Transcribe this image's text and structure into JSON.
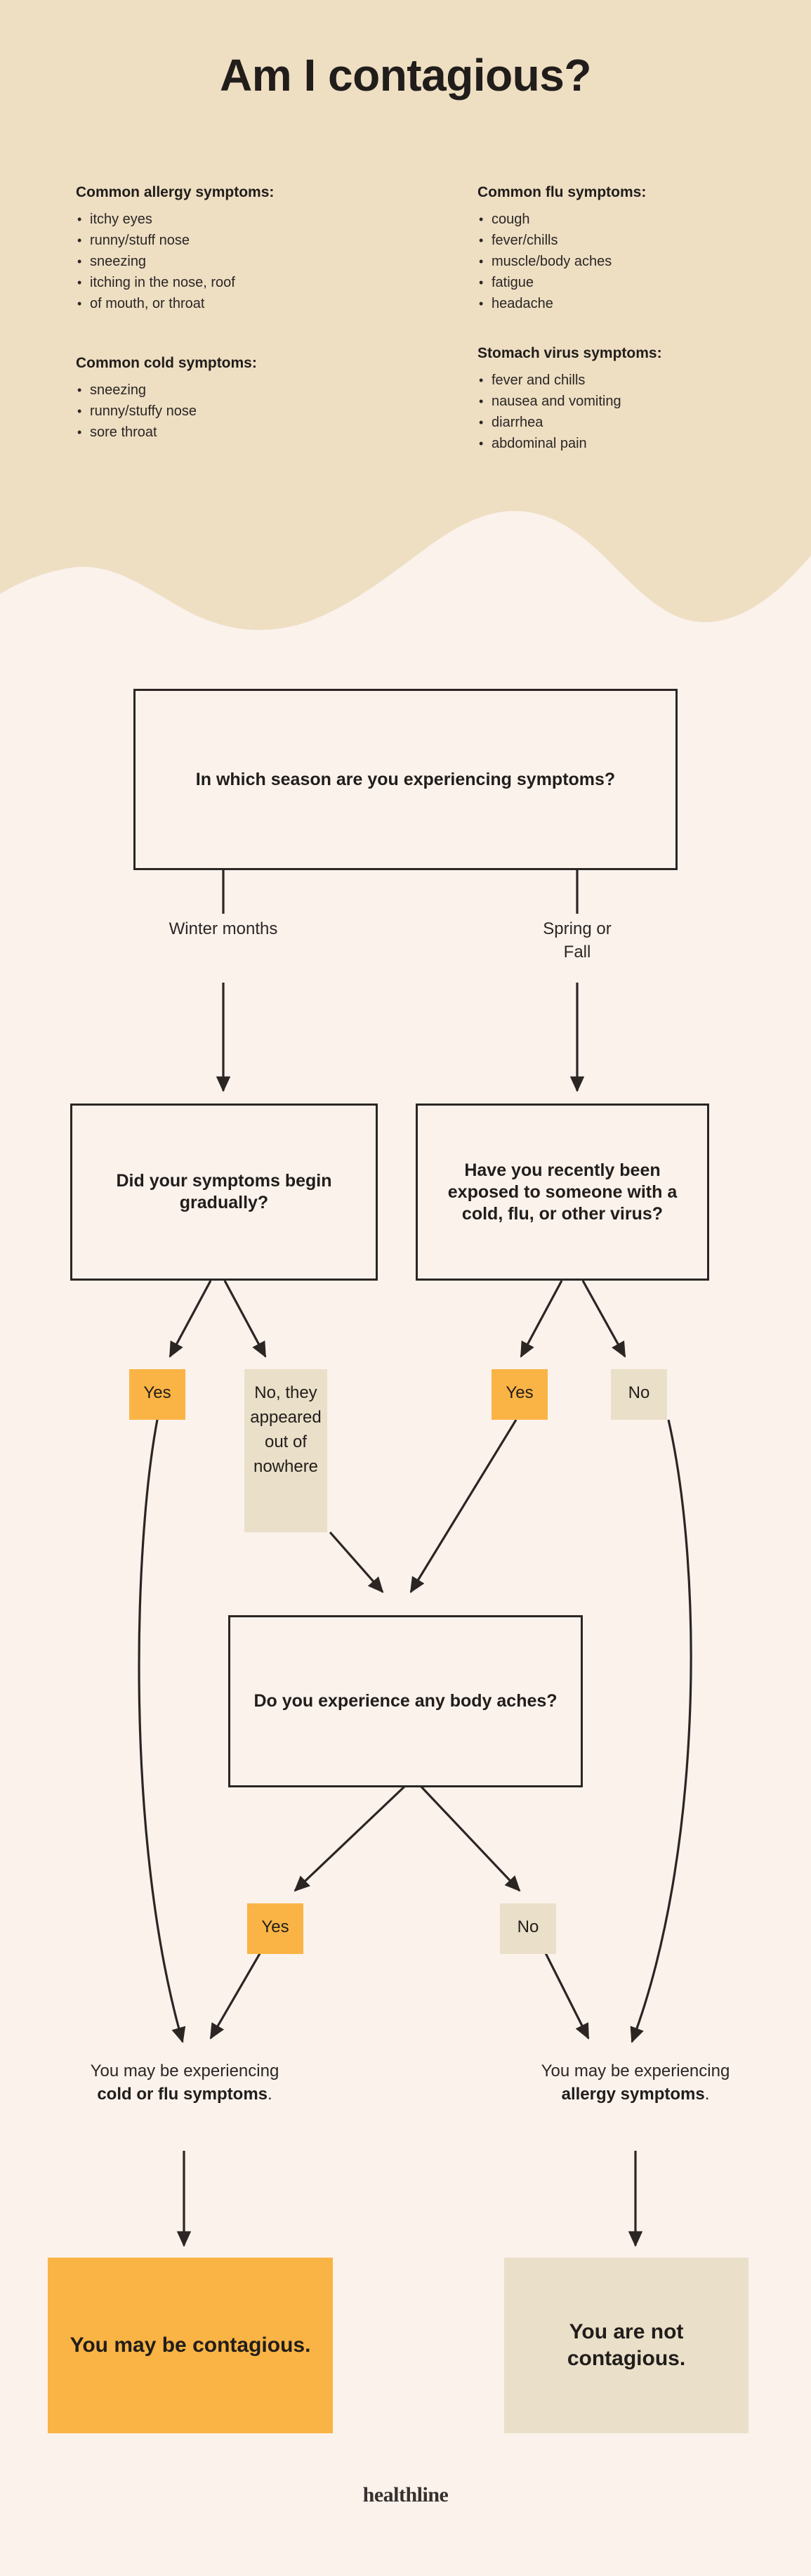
{
  "header": {
    "title": "Am I contagious?",
    "background_color": "#EEDFC3",
    "columns": [
      {
        "blocks": [
          {
            "heading": "Common allergy symptoms:",
            "items": [
              "itchy eyes",
              "runny/stuff nose",
              "sneezing",
              "itching in the nose, roof",
              "of mouth, or throat"
            ]
          },
          {
            "heading": "Common cold symptoms:",
            "items": [
              "sneezing",
              "runny/stuffy nose",
              "sore throat"
            ]
          }
        ]
      },
      {
        "blocks": [
          {
            "heading": "Common flu symptoms:",
            "items": [
              "cough",
              "fever/chills",
              "muscle/body aches",
              "fatigue",
              "headache"
            ]
          },
          {
            "heading": "Stomach virus symptoms:",
            "items": [
              "fever and chills",
              "nausea and vomiting",
              "diarrhea",
              "abdominal pain"
            ]
          }
        ]
      }
    ]
  },
  "flow": {
    "q1": "In which season are you experiencing symptoms?",
    "branch_winter": "Winter months",
    "branch_spring_fall": "Spring or Fall",
    "q2_left": "Did your symptoms begin gradually?",
    "q2_right": "Have you recently been exposed to someone with a cold, flu, or other virus?",
    "chip_yes_left": "Yes",
    "chip_no_left": "No, they appeared out of nowhere",
    "chip_yes_right": "Yes",
    "chip_no_right": "No",
    "q3": "Do you experience any body aches?",
    "chip_yes_q3": "Yes",
    "chip_no_q3": "No",
    "conclusion_left_prefix": "You may be experiencing ",
    "conclusion_left_bold": "cold or flu symptoms",
    "conclusion_left_suffix": ".",
    "conclusion_right_prefix": "You may be experiencing ",
    "conclusion_right_bold": "allergy symptoms",
    "conclusion_right_suffix": ".",
    "result_contagious": "You may be contagious.",
    "result_not_contagious": "You are not contagious."
  },
  "colors": {
    "background": "#FBF2EC",
    "header_band": "#EEDFC3",
    "accent_orange": "#FAB445",
    "accent_beige": "#EADFC8",
    "ink": "#2B2624"
  },
  "brand": "healthline"
}
